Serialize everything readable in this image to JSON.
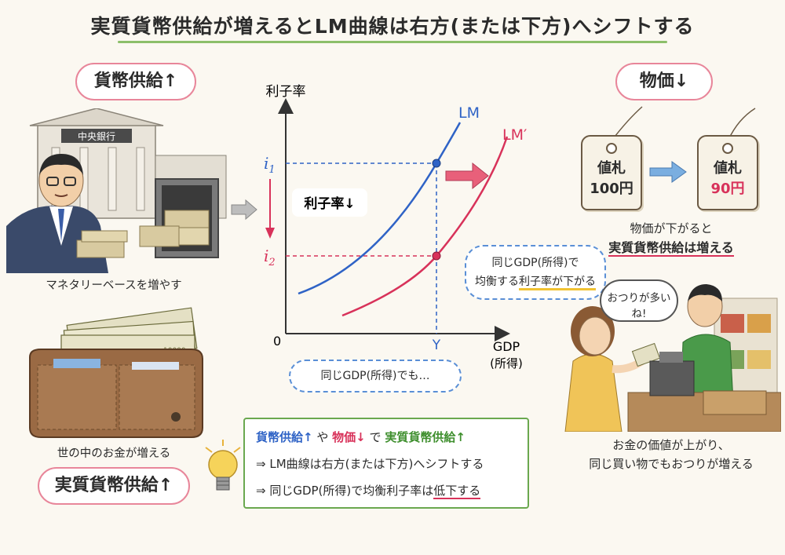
{
  "title": "実質貨幣供給が増えるとLM曲線は右方(または下方)へシフトする",
  "left_top": {
    "bubble": "貨幣供給↑",
    "bank_sign": "中央銀行",
    "caption": "マネタリーベースを増やす"
  },
  "left_bottom": {
    "caption": "世の中のお金が増える",
    "bubble": "実質貨幣供給↑"
  },
  "graph": {
    "ylabel": "利子率",
    "xlabel": "GDP",
    "xlabel_sub": "(所得)",
    "origin": "0",
    "i1": "i",
    "i1_sub": "1",
    "i2": "i",
    "i2_sub": "2",
    "y_label": "Y",
    "curve1": "LM",
    "curve2": "LM′",
    "rate_down": "利子率↓",
    "cloud_bottom": "同じGDP(所得)でも…",
    "cloud_right_line1": "同じGDP(所得)で",
    "cloud_right_line2a": "均衡する",
    "cloud_right_line2b": "利子率が下がる",
    "colors": {
      "lm": "#2f63c6",
      "lm2": "#d8325a"
    }
  },
  "right_top": {
    "bubble": "物価↓",
    "tag1_label": "値札",
    "tag1_price": "100円",
    "tag2_label": "値札",
    "tag2_price": "90円",
    "caption1": "物価が下がると",
    "caption2": "実質貨幣供給は増える"
  },
  "right_bottom": {
    "speech": "おつりが多いね!",
    "caption1": "お金の価値が上がり、",
    "caption2": "同じ買い物でもおつりが増える"
  },
  "summary": {
    "l1a": "貨幣供給↑",
    "l1b": "や",
    "l1c": "物価↓",
    "l1d": "で",
    "l1e": "実質貨幣供給↑",
    "l2": "⇒ LM曲線は右方(または下方)へシフトする",
    "l3a": "⇒ 同じGDP(所得)で均衡利子率は",
    "l3b": "低下する"
  },
  "banknote": "10000"
}
